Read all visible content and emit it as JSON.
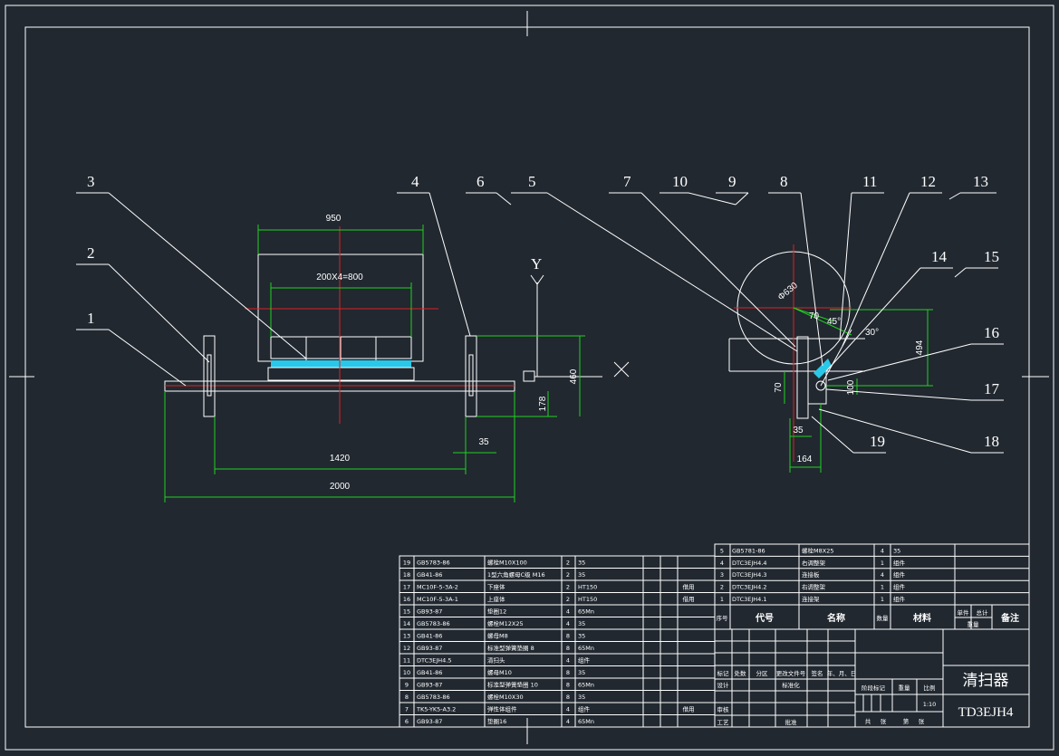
{
  "drawing": {
    "title": "清扫器",
    "code": "TD3EJH4",
    "scale": "1:10",
    "colors": {
      "background": "#212830",
      "lines": "#ffffff",
      "dimensions": "#21d021",
      "centerlines": "#e02020",
      "highlight": "#29c8e8"
    }
  },
  "balloons": [
    "1",
    "2",
    "3",
    "4",
    "5",
    "6",
    "7",
    "8",
    "9",
    "10",
    "11",
    "12",
    "13",
    "14",
    "15",
    "16",
    "17",
    "18",
    "19"
  ],
  "axis_label": "Y",
  "dimensions": {
    "d950": "950",
    "d200": "200X4=800",
    "d1420": "1420",
    "d2000": "2000",
    "d35a": "35",
    "d178": "178",
    "d460": "460",
    "phi": "Φ630",
    "d70a": "70",
    "a45": "45°",
    "a30": "30°",
    "d494": "494",
    "d70b": "70",
    "d100": "100",
    "d35b": "35",
    "d164": "164"
  },
  "parts_table": [
    {
      "no": "19",
      "code": "GB5783-86",
      "name": "螺栓M10X100",
      "qty": "2",
      "mat": "35",
      "w1": "",
      "w2": "",
      "note": ""
    },
    {
      "no": "18",
      "code": "GB41-86",
      "name": "1型六角螺母C级 M16",
      "qty": "2",
      "mat": "35",
      "w1": "",
      "w2": "",
      "note": ""
    },
    {
      "no": "17",
      "code": "MC10F-5-3A-2",
      "name": "下座体",
      "qty": "2",
      "mat": "HT150",
      "w1": "",
      "w2": "",
      "note": "借用"
    },
    {
      "no": "16",
      "code": "MC10F-5-3A-1",
      "name": "上座体",
      "qty": "2",
      "mat": "HT150",
      "w1": "",
      "w2": "",
      "note": "借用"
    },
    {
      "no": "15",
      "code": "GB93-87",
      "name": "垫圈12",
      "qty": "4",
      "mat": "65Mn",
      "w1": "",
      "w2": "",
      "note": ""
    },
    {
      "no": "14",
      "code": "GB5783-86",
      "name": "螺栓M12X25",
      "qty": "4",
      "mat": "35",
      "w1": "",
      "w2": "",
      "note": ""
    },
    {
      "no": "13",
      "code": "GB41-86",
      "name": "螺母M8",
      "qty": "8",
      "mat": "35",
      "w1": "",
      "w2": "",
      "note": ""
    },
    {
      "no": "12",
      "code": "GB93-87",
      "name": "标准型弹簧垫圈 8",
      "qty": "8",
      "mat": "65Mn",
      "w1": "",
      "w2": "",
      "note": ""
    },
    {
      "no": "11",
      "code": "DTC3EJH4.5",
      "name": "清扫头",
      "qty": "4",
      "mat": "组件",
      "w1": "",
      "w2": "",
      "note": ""
    },
    {
      "no": "10",
      "code": "GB41-86",
      "name": "螺母M10",
      "qty": "8",
      "mat": "35",
      "w1": "",
      "w2": "",
      "note": ""
    },
    {
      "no": "9",
      "code": "GB93-87",
      "name": "标准型弹簧垫圈 10",
      "qty": "8",
      "mat": "65Mn",
      "w1": "",
      "w2": "",
      "note": ""
    },
    {
      "no": "8",
      "code": "GB5783-86",
      "name": "螺栓M10X30",
      "qty": "8",
      "mat": "35",
      "w1": "",
      "w2": "",
      "note": ""
    },
    {
      "no": "7",
      "code": "TK5-YK5-A3.2",
      "name": "弹性体组件",
      "qty": "4",
      "mat": "组件",
      "w1": "",
      "w2": "",
      "note": "借用"
    },
    {
      "no": "6",
      "code": "GB93-87",
      "name": "垫圈16",
      "qty": "4",
      "mat": "65Mn",
      "w1": "",
      "w2": "",
      "note": ""
    }
  ],
  "parts_table_right": [
    {
      "no": "5",
      "code": "GB5781-86",
      "name": "螺栓M8X25",
      "qty": "4",
      "mat": "35"
    },
    {
      "no": "4",
      "code": "DTC3EJH4.4",
      "name": "右调整架",
      "qty": "1",
      "mat": "组件"
    },
    {
      "no": "3",
      "code": "DTC3EJH4.3",
      "name": "连接板",
      "qty": "4",
      "mat": "组件"
    },
    {
      "no": "2",
      "code": "DTC3EJH4.2",
      "name": "右调整架",
      "qty": "1",
      "mat": "组件"
    },
    {
      "no": "1",
      "code": "DTC3EJH4.1",
      "name": "连接架",
      "qty": "1",
      "mat": "组件"
    }
  ],
  "headers": {
    "no": "序号",
    "code": "代号",
    "name": "名称",
    "qty": "数量",
    "mat": "材料",
    "unit": "单件",
    "total": "总计",
    "weight": "重量",
    "note": "备注"
  },
  "title_block": {
    "mark": "标记",
    "count": "处数",
    "zone": "分区",
    "docno": "更改文件号",
    "sign": "签名",
    "date": "年、月、日",
    "design": "设计",
    "std": "标准化",
    "review": "审核",
    "craft": "工艺",
    "approve": "批准",
    "stage": "阶段标记",
    "weight": "重量",
    "ratio": "比例",
    "sheets": "共",
    "sheet": "张",
    "of": "第",
    "page": "张"
  }
}
